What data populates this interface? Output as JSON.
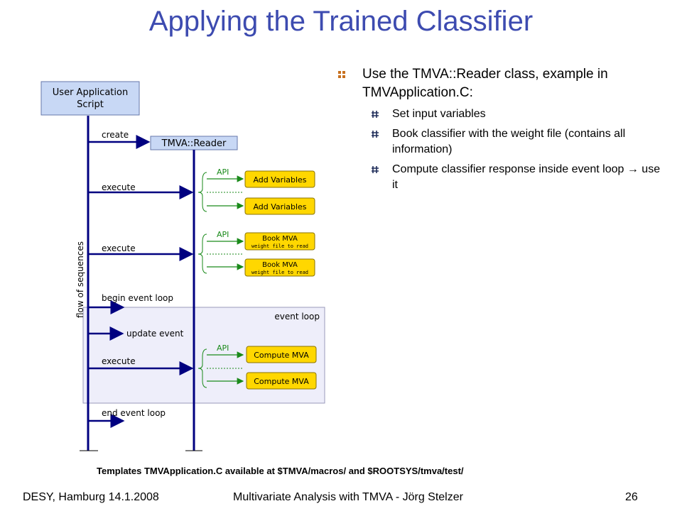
{
  "slide": {
    "title": "Applying the Trained Classifier"
  },
  "bullets": {
    "main": "Use the TMVA::Reader class, example in TMVApplication.C:",
    "subs": [
      "Set input variables",
      "Book classifier with the weight file (contains all information)",
      "Compute classifier response inside event loop → use it"
    ]
  },
  "diagram": {
    "user_app": [
      "User Application",
      "Script"
    ],
    "reader": "TMVA::Reader",
    "flow_label": "flow of sequences",
    "event_loop_label": "event loop",
    "arrows": {
      "create": "create",
      "execute1": "execute",
      "execute2": "execute",
      "begin_loop": "begin event loop",
      "update": "update event",
      "execute3": "execute",
      "end_loop": "end event loop"
    },
    "api": [
      "API",
      "API",
      "API"
    ],
    "boxes": {
      "add1": "Add Variables",
      "add2": "Add Variables",
      "book1": "Book MVA",
      "book1_sub": "weight file to read",
      "book2": "Book MVA",
      "book2_sub": "weight file to read",
      "compute1": "Compute MVA",
      "compute2": "Compute MVA"
    }
  },
  "note": "Templates TMVApplication.C available at $TMVA/macros/ and $ROOTSYS/tmva/test/",
  "footer": {
    "left": "DESY, Hamburg 14.1.2008",
    "center": "Multivariate Analysis with TMVA - Jörg Stelzer",
    "page": "26"
  },
  "colors": {
    "title": "#3d4bb0",
    "arrow": "#000080",
    "api": "#1a8a1a",
    "box": "#ffd700"
  }
}
